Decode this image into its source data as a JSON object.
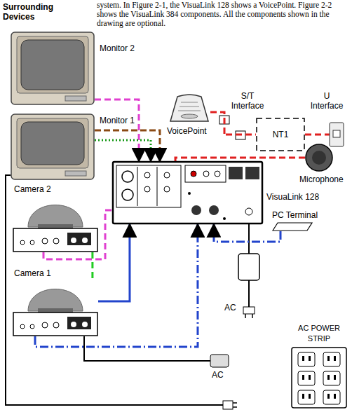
{
  "diagram": {
    "title": "Surrounding Devices",
    "nodes": [
      {
        "text": [
          "Monitor 2"
        ]
      },
      {
        "text": [
          "Monitor 1"
        ]
      },
      {
        "text": [
          "Camera 2"
        ]
      },
      {
        "text": [
          "VoicePoint"
        ]
      },
      {
        "text": [
          "NT1"
        ]
      },
      {
        "text": [
          "VisuaLink 128"
        ]
      },
      {
        "text": [
          "Microphone"
        ]
      },
      {
        "text": [
          "Camera 1"
        ]
      },
      {
        "text": [
          "PC Terminal"
        ]
      },
      {
        "text": [
          "AC POWER STRIP"
        ]
      }
    ],
    "edges": [
      {
        "from": 0,
        "to": 5,
        "arrow": "to"
      },
      {
        "from": 1,
        "to": 5,
        "arrow": "to"
      },
      {
        "from": 1,
        "to": 5,
        "arrow": "to"
      },
      {
        "from": 2,
        "to": 5,
        "arrow": "none"
      },
      {
        "from": 2,
        "to": 7,
        "arrow": "none"
      },
      {
        "from": 7,
        "to": 5,
        "arrow": "to"
      },
      {
        "from": 7,
        "to": 5,
        "arrow": "to"
      },
      {
        "from": 8,
        "to": 5,
        "arrow": "to"
      },
      {
        "from": 3,
        "to": 4,
        "arrow": "none"
      },
      {
        "from": 6,
        "to": 5,
        "arrow": "none"
      }
    ],
    "labels": [
      "system. In Figure 2-1, the VisuaLink 128 shows a VoicePoint. Figure 2-2 shows the VisuaLink 384 components. All the components shown in the drawing are optional.",
      "S/T Interface",
      "U Interface",
      "AC",
      "AC"
    ]
  }
}
